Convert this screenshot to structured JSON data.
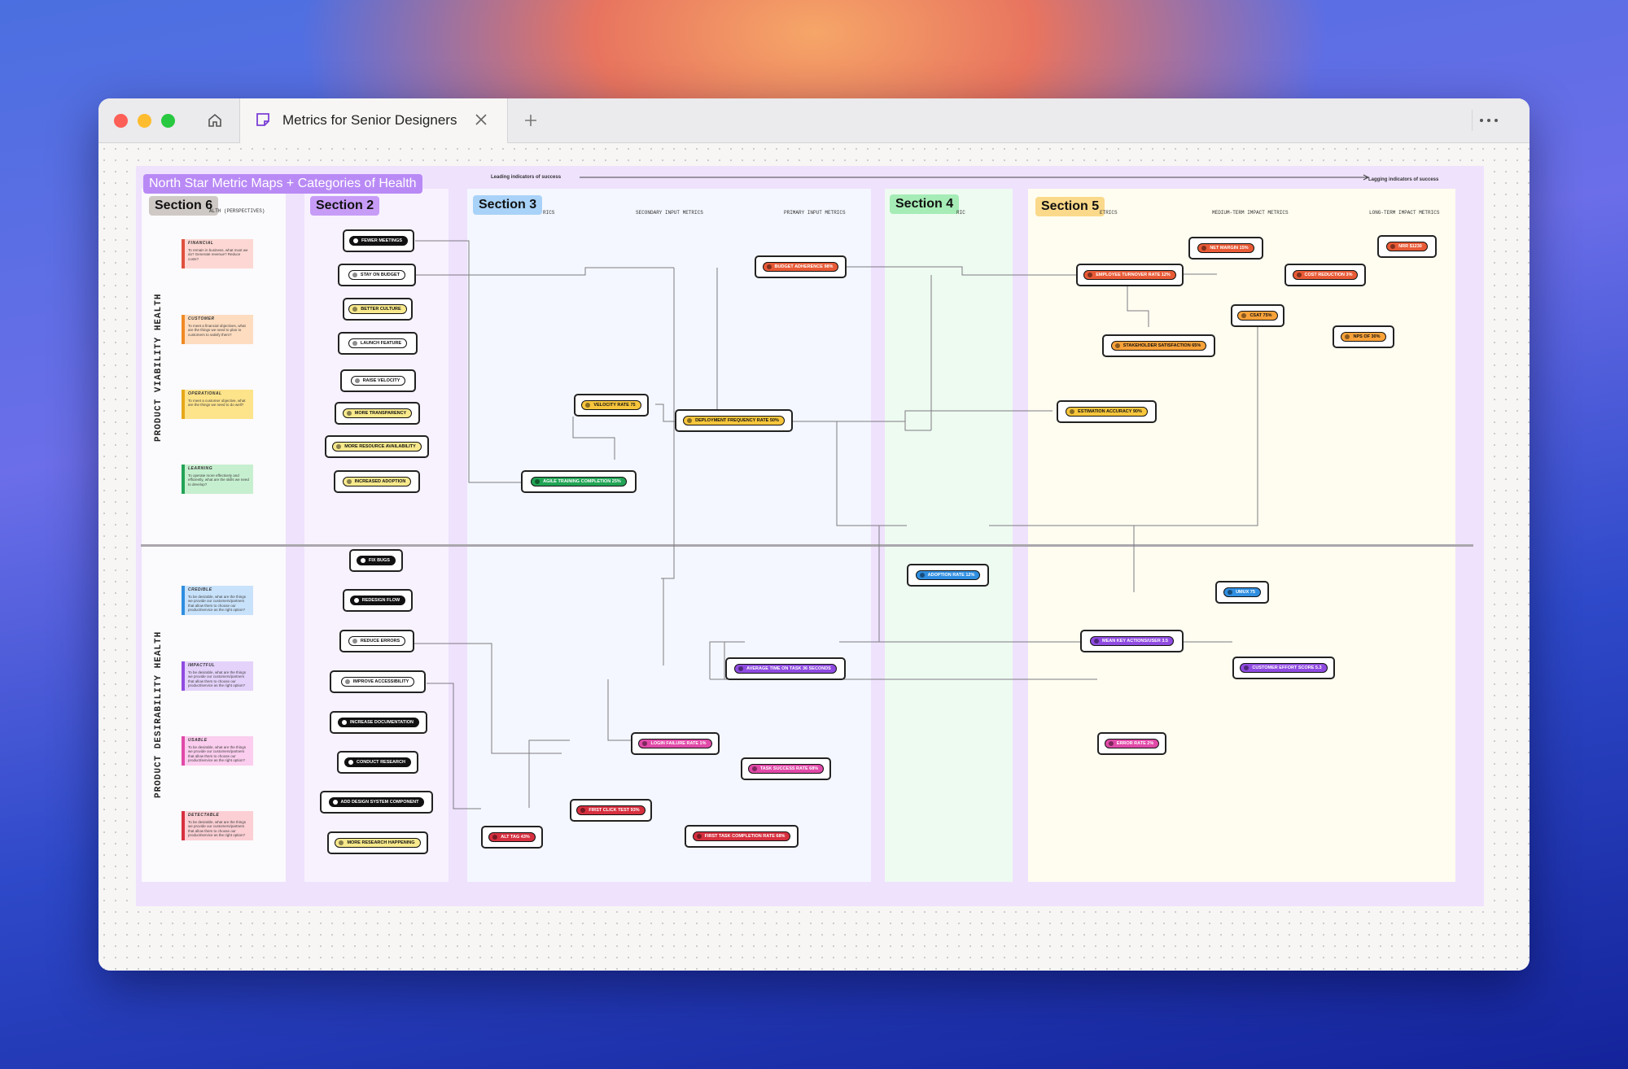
{
  "window": {
    "tab_title": "Metrics for Senior Designers",
    "colors": {
      "close": "#fe5f57",
      "minimize": "#febc2e",
      "maximize": "#28c840"
    }
  },
  "board": {
    "title": "North Star Metric Maps + Categories of Health",
    "leading_label": "Leading indicators of success",
    "lagging_label": "Lagging indicators of success",
    "sections": {
      "s6": {
        "label": "Section 6",
        "header": "ALTH (PERSPECTIVES)"
      },
      "s2": {
        "label": "Section 2"
      },
      "s3": {
        "label": "Section 3",
        "header_a": "RICS",
        "header_b": "SECONDARY INPUT METRICS",
        "header_c": "PRIMARY INPUT METRICS"
      },
      "s4": {
        "label": "Section 4",
        "header": "RIC"
      },
      "s5": {
        "label": "Section 5",
        "header_a": "ETRICS",
        "header_b": "MEDIUM-TERM IMPACT METRICS",
        "header_c": "LONG-TERM IMPACT METRICS"
      }
    },
    "vertical_labels": {
      "viability": "PRODUCT VIABILITY HEALTH",
      "desirability": "PRODUCT DESIRABILITY HEALTH"
    },
    "cards": [
      {
        "title": "FINANCIAL",
        "text": "To remain in business, what must we do? Generate revenue? Reduce costs?"
      },
      {
        "title": "CUSTOMER",
        "text": "To meet a financial objectives, what are the things we need to plan to customers to satisfy them?"
      },
      {
        "title": "OPERATIONAL",
        "text": "To meet a customer objective, what are the things we need to do well?"
      },
      {
        "title": "LEARNING",
        "text": "To operate more effectively and efficiently, what are the skills we need to develop?"
      },
      {
        "title": "CREDIBLE",
        "text": "To be desirable, what are the things we provide our customers/partners that allow them to choose our product/service as the right option?"
      },
      {
        "title": "IMPACTFUL",
        "text": "To be desirable, what are the things we provide our customers/partners that allow them to choose our product/service as the right option?"
      },
      {
        "title": "USABLE",
        "text": "To be desirable, what are the things we provide our customers/partners that allow them to choose our product/service as the right option?"
      },
      {
        "title": "DETECTABLE",
        "text": "To be desirable, what are the things we provide our customers/partners that allow them to choose our product/service as the right option?"
      }
    ],
    "actions": [
      "FEWER MEETINGS",
      "STAY ON BUDGET",
      "BETTER CULTURE",
      "LAUNCH FEATURE",
      "RAISE VELOCITY",
      "MORE TRANSPARENCY",
      "MORE RESOURCE AVAILABILITY",
      "INCREASED ADOPTION",
      "FIX BUGS",
      "REDESIGN FLOW",
      "REDUCE ERRORS",
      "IMPROVE ACCESSIBILITY",
      "INCREASE DOCUMENTATION",
      "CONDUCT RESEARCH",
      "ADD DESIGN SYSTEM COMPONENT",
      "MORE RESEARCH HAPPENING"
    ],
    "metrics": [
      "BUDGET ADHERENCE 98%",
      "VELOCITY RATE 75",
      "DEPLOYMENT FREQUENCY RATE 50%",
      "AGILE TRAINING COMPLETION 25%",
      "ADOPTION RATE 12%",
      "EMPLOYEE TURNOVER RATE 12%",
      "NET MARGIN 15%",
      "COST REDUCTION 3%",
      "NRR $1230",
      "CSAT 75%",
      "NPS OF 30%",
      "STAKEHOLDER SATISFACTION 65%",
      "ESTIMATION ACCURACY 90%",
      "UMUX 75",
      "MEAN KEY ACTIONS/USER 3.5",
      "CUSTOMER EFFORT SCORE 5.3",
      "AVERAGE TIME ON TASK 36 SECONDS",
      "LOGIN FAILURE RATE 1%",
      "ERROR RATE 2%",
      "TASK SUCCESS RATE 68%",
      "FIRST CLICK TEST 93%",
      "ALT TAG 43%",
      "FIRST TASK COMPLETION RATE 68%"
    ]
  }
}
